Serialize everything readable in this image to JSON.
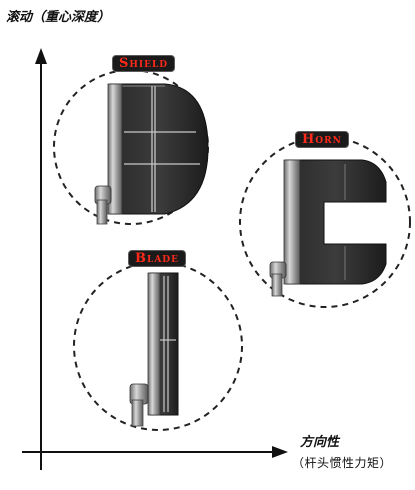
{
  "axes": {
    "y_label": "滚动（重心深度）",
    "x_label_line1": "方向性",
    "x_label_line2": "（杆头惯性力矩）"
  },
  "putters": [
    {
      "name": "Shield"
    },
    {
      "name": "Horn"
    },
    {
      "name": "Blade"
    }
  ],
  "colors": {
    "badge_text": "#ff2a1a",
    "badge_bg": "#1a1a1a",
    "axis": "#111111"
  }
}
